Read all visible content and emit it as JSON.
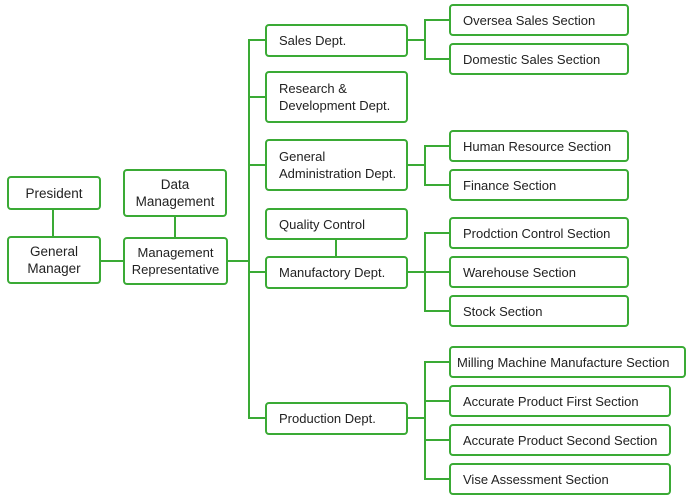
{
  "colors": {
    "line": "#3aaa35",
    "box_border": "#3aaa35",
    "text": "#222222",
    "background": "#ffffff"
  },
  "nodes": {
    "president": {
      "label": "President"
    },
    "general_manager": {
      "line1": "General",
      "line2": "Manager"
    },
    "data_management": {
      "line1": "Data",
      "line2": "Management"
    },
    "management_representative": {
      "line1": "Management",
      "line2": "Representative"
    },
    "sales_dept": {
      "label": "Sales Dept."
    },
    "rd_dept": {
      "line1": "Research &",
      "line2": "Development Dept."
    },
    "general_admin_dept": {
      "line1": "General",
      "line2": "Administration Dept."
    },
    "quality_control": {
      "label": "Quality Control"
    },
    "manufactory_dept": {
      "label": "Manufactory Dept."
    },
    "production_dept": {
      "label": "Production Dept."
    },
    "oversea_sales": {
      "label": "Oversea Sales Section"
    },
    "domestic_sales": {
      "label": "Domestic Sales Section"
    },
    "human_resource": {
      "label": "Human Resource Section"
    },
    "finance": {
      "label": "Finance Section"
    },
    "production_control": {
      "label": "Prodction Control Section"
    },
    "warehouse": {
      "label": "Warehouse Section"
    },
    "stock": {
      "label": "Stock Section"
    },
    "milling_machine": {
      "label": "Milling Machine Manufacture Section"
    },
    "accurate_first": {
      "label": "Accurate Product First Section"
    },
    "accurate_second": {
      "label": "Accurate Product Second Section"
    },
    "vise_assessment": {
      "label": "Vise Assessment Section"
    }
  }
}
